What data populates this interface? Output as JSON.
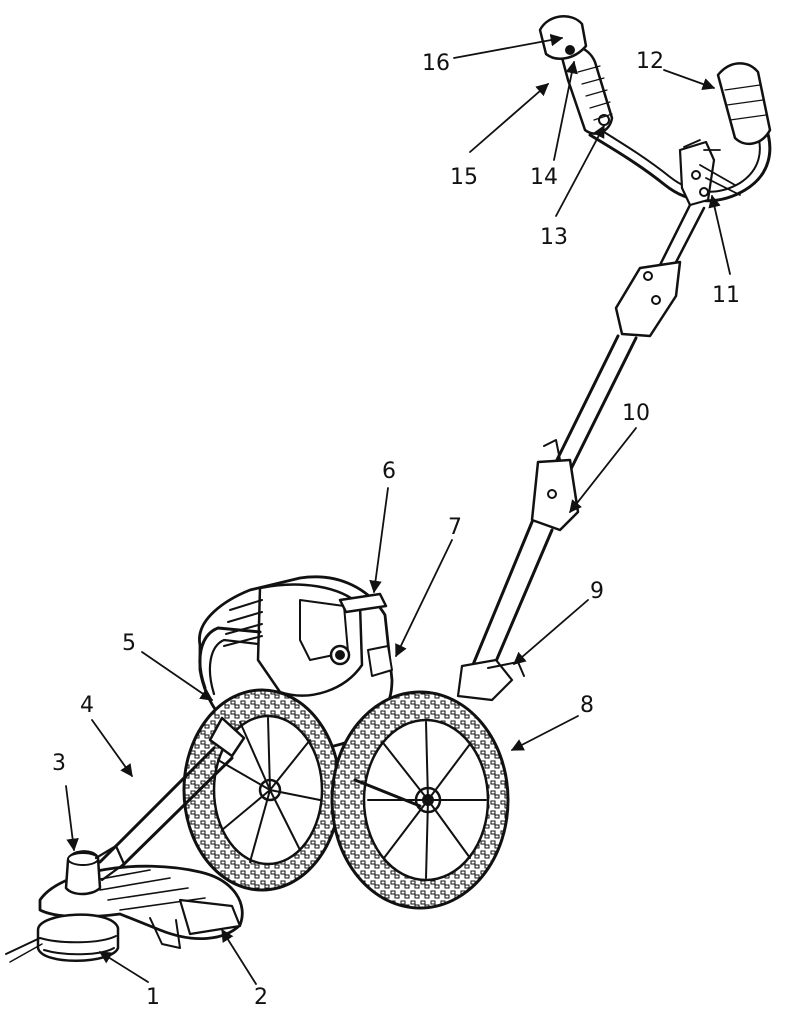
{
  "diagram": {
    "type": "parts-callout",
    "callouts": [
      {
        "id": "c1",
        "label": "1"
      },
      {
        "id": "c2",
        "label": "2"
      },
      {
        "id": "c3",
        "label": "3"
      },
      {
        "id": "c4",
        "label": "4"
      },
      {
        "id": "c5",
        "label": "5"
      },
      {
        "id": "c6",
        "label": "6"
      },
      {
        "id": "c7",
        "label": "7"
      },
      {
        "id": "c8",
        "label": "8"
      },
      {
        "id": "c9",
        "label": "9"
      },
      {
        "id": "c10",
        "label": "10"
      },
      {
        "id": "c11",
        "label": "11"
      },
      {
        "id": "c12",
        "label": "12"
      },
      {
        "id": "c13",
        "label": "13"
      },
      {
        "id": "c14",
        "label": "14"
      },
      {
        "id": "c15",
        "label": "15"
      },
      {
        "id": "c16",
        "label": "16"
      }
    ]
  },
  "colors": {
    "ink": "#111111",
    "background": "#ffffff"
  }
}
